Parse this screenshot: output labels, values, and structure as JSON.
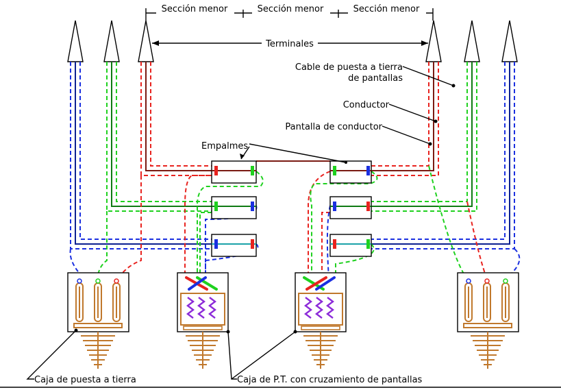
{
  "labels": {
    "seccion_menor_1": "Sección menor",
    "seccion_menor_2": "Sección menor",
    "seccion_menor_3": "Sección menor",
    "terminales": "Terminales",
    "cable_puesta_tierra_l1": "Cable de puesta a tierra",
    "cable_puesta_tierra_l2": "de pantallas",
    "conductor": "Conductor",
    "pantalla_conductor": "Pantalla de conductor",
    "empalmes": "Empalmes",
    "caja_puesta_tierra": "Caja de puesta a tierra",
    "caja_pt_cruzamiento": "Caja de P.T. con cruzamiento de pantallas"
  },
  "colors": {
    "red": "#e8231f",
    "dark_red": "#7a1a12",
    "green": "#1fd11f",
    "dark_green": "#0e7a12",
    "blue": "#1a2fe0",
    "dark_blue": "#0b2090",
    "teal": "#1aa2a8",
    "copper": "#c0782c",
    "purple": "#8c2bd9"
  }
}
